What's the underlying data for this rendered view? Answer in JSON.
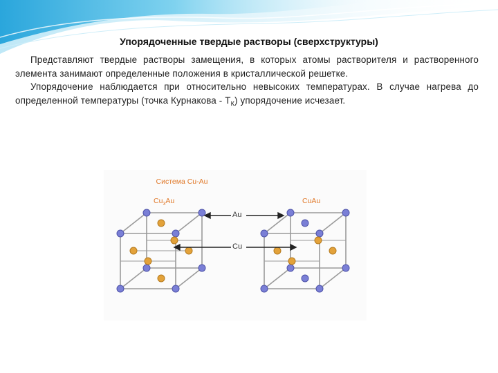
{
  "slide": {
    "title": "Упорядоченные твердые растворы (сверхструктуры)",
    "paragraph1": "Представляют  твердые растворы замещения, в которых атомы растворителя и растворенного элемента занимают определенные положения в кристаллической решетке.",
    "paragraph2_pre": "Упорядочение наблюдается при относительно невысоких температурах. В случае нагрева до определенной температуры (точка Курнакова - Т",
    "paragraph2_sub": "К",
    "paragraph2_post": ") упорядочение исчезает."
  },
  "figure": {
    "title": "Система Cu-Au",
    "left_label_main": "Cu",
    "left_label_sub": "3",
    "left_label_tail": "Au",
    "right_label": "CuAu",
    "arrow_label_top": "Au",
    "arrow_label_bottom": "Cu"
  },
  "colors": {
    "banner": "#5cc4e8",
    "au_atom": "#7a7fd6",
    "cu_atom": "#e3a23a",
    "figure_label": "#e0792a"
  }
}
